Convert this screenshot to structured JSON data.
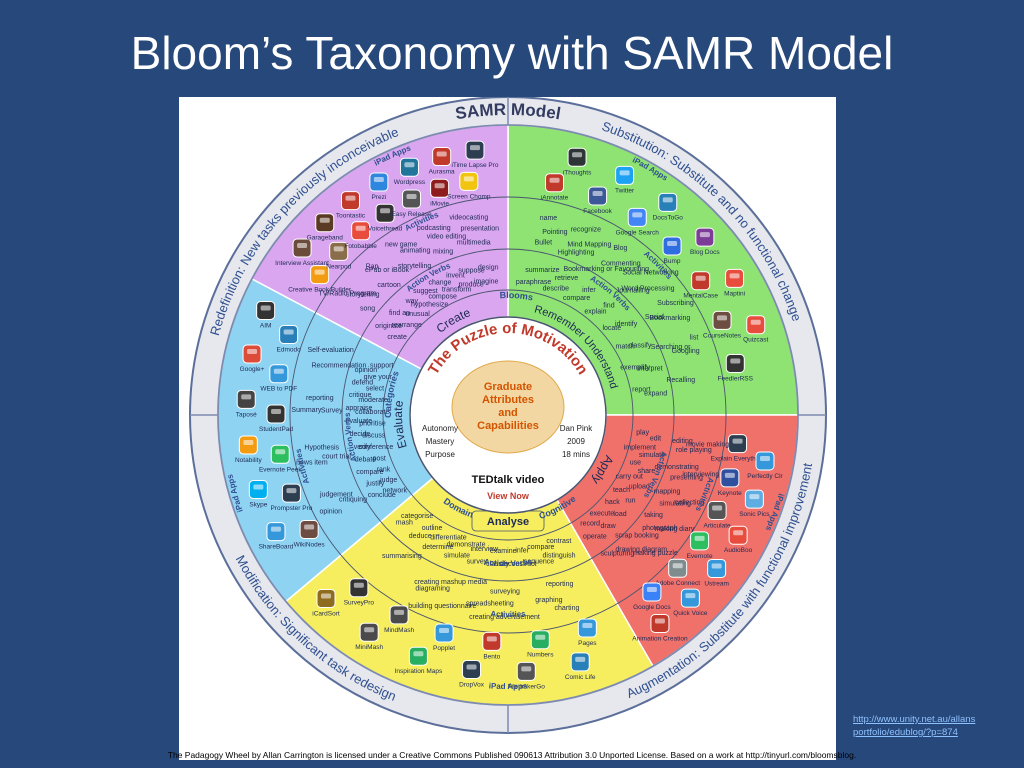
{
  "title": "Bloom’s Taxonomy with SAMR Model",
  "samr_header": "SAMR Model",
  "samr": {
    "redefinition": {
      "name": "Redefinition:",
      "desc": "New tasks previously inconceivable"
    },
    "substitution": {
      "name": "Substitution:",
      "desc": "Substitute and no functional change"
    },
    "augmentation": {
      "name": "Augmentation:",
      "desc": "Substitute with functional improvement"
    },
    "modification": {
      "name": "Modification:",
      "desc": "Significant task redesign"
    }
  },
  "colors": {
    "background": "#27487a",
    "create": "#d9a6ef",
    "remember": "#8fe372",
    "apply": "#f0706a",
    "analyse": "#f6ee5e",
    "evaluate": "#8fd3f2",
    "core": "#ffffff"
  },
  "ring_labels": {
    "ipad_apps": "iPad Apps",
    "activities": "Activities",
    "action_verbs": "Action Verbs",
    "blooms": "Blooms",
    "categories": "Categories",
    "domain": "Domain",
    "cognitive": "Cognitive"
  },
  "categories": {
    "create": "Create",
    "remember": "Remember Understand",
    "apply": "Apply",
    "analyse": "Analyse",
    "evaluate": "Evaluate"
  },
  "center": {
    "puzzle": "The Puzzle of Motivation",
    "graduate": [
      "Graduate",
      "Attributes",
      "and",
      "Capabilities"
    ],
    "left_words": [
      "Autonomy",
      "Mastery",
      "Purpose"
    ],
    "right_words": [
      "Dan Pink",
      "2009",
      "18 mins"
    ],
    "tedtalk": "TEDtalk video",
    "viewnow": "View Now"
  },
  "verbs": {
    "create": [
      "create",
      "originate",
      "rearrange",
      "find an",
      "unusual",
      "way",
      "hypothesize",
      "suggest",
      "compose",
      "change",
      "transform",
      "invent",
      "produce",
      "suppose",
      "imagine",
      "design"
    ],
    "remember": [
      "paraphrase",
      "summarize",
      "describe",
      "retrieve",
      "compare",
      "infer",
      "explain",
      "find",
      "locate",
      "identify",
      "match",
      "classify",
      "exemplify",
      "interpret",
      "report",
      "expand"
    ],
    "apply": [
      "play",
      "edit",
      "implement",
      "simulate",
      "use",
      "share",
      "carry out",
      "upload",
      "teach",
      "run",
      "hack",
      "load",
      "execute",
      "draw",
      "record",
      "operate"
    ],
    "analyse": [
      "contrast",
      "distinguish",
      "compare",
      "sequence",
      "infer",
      "deconstruct",
      "examine",
      "classify",
      "interview",
      "survey",
      "demonstrate",
      "simulate",
      "differentiate",
      "determine",
      "outline",
      "deduce",
      "categorise",
      "mash"
    ],
    "evaluate": [
      "network",
      "conclude",
      "judge",
      "justify",
      "rank",
      "compare",
      "post",
      "debate",
      "conference",
      "verify",
      "discuss",
      "decide",
      "prioritise",
      "evaluate",
      "collaborate",
      "appraise",
      "moderate",
      "critique",
      "select",
      "defend",
      "give your",
      "opinion",
      "support"
    ]
  },
  "activities": {
    "create": [
      "song",
      "storytelling",
      "TV/Radio Program",
      "cartoon",
      "ePub or iBook",
      "Rap",
      "storytelling",
      "animating",
      "new game",
      "mixing",
      "video editing",
      "podcasting",
      "multimedia",
      "presentation",
      "videocasting"
    ],
    "remember": [
      "Bullet",
      "Pointing",
      "name",
      "Highlighting",
      "Mind Mapping",
      "recognize",
      "Bookmarking or Favouriting",
      "Commenting",
      "Blog",
      "Journalling",
      "Word Processing",
      "Social Networking",
      "Social",
      "Bookmarking",
      "Subscribing",
      "Searching or",
      "Googling",
      "list",
      "Recalling"
    ],
    "apply": [
      "editing",
      "role playing",
      "movie making",
      "demonstrating",
      "presenting",
      "interviewing",
      "mapping",
      "simulating",
      "collecting",
      "taking",
      "photograph",
      "making diary",
      "scrap booking",
      "drawing diagram",
      "making puzzle",
      "sculpturing"
    ],
    "analyse": [
      "reporting",
      "graphing",
      "charting",
      "surveying",
      "spreadsheeting",
      "creating advertisement",
      "creating mashup media",
      "diagraming",
      "building questionnaire",
      "summarising"
    ],
    "evaluate": [
      "critiquing",
      "judgement",
      "opinion",
      "court trial",
      "Hypothesis",
      "news item",
      "Survey",
      "reporting",
      "Summary",
      "Recommendation",
      "Self-evaluation"
    ]
  },
  "apps": {
    "create": [
      {
        "label": "Creative Book Builder",
        "icon": "book-icon",
        "color": "#f39c12"
      },
      {
        "label": "Interview Assistant",
        "icon": "mic-icon",
        "color": "#6b4b3a"
      },
      {
        "label": "Nearpod",
        "icon": "nearpod-icon",
        "color": "#8a6d4b"
      },
      {
        "label": "Garageband",
        "icon": "guitar-icon",
        "color": "#5a3a22"
      },
      {
        "label": "Fotobabble",
        "icon": "photo-icon",
        "color": "#e74c3c"
      },
      {
        "label": "Toontastic",
        "icon": "toon-icon",
        "color": "#c0392b"
      },
      {
        "label": "Voicethread",
        "icon": "voice-icon",
        "color": "#333333"
      },
      {
        "label": "Prezi",
        "icon": "prezi-icon",
        "color": "#2e86de"
      },
      {
        "label": "Easy Release",
        "icon": "release-icon",
        "color": "#555555"
      },
      {
        "label": "Wordpress",
        "icon": "wp-icon",
        "color": "#21759b"
      },
      {
        "label": "iMovie",
        "icon": "movie-icon",
        "color": "#8e1c1c"
      },
      {
        "label": "Aurasma",
        "icon": "aurasma-icon",
        "color": "#c0392b"
      },
      {
        "label": "Screen Chomp",
        "icon": "chomp-icon",
        "color": "#f1c40f"
      },
      {
        "label": "iTime Lapse Pro",
        "icon": "timelapse-icon",
        "color": "#2c3e50"
      }
    ],
    "remember": [
      {
        "label": "iAnnotate",
        "icon": "annotate-icon",
        "color": "#c0392b"
      },
      {
        "label": "iThoughts",
        "icon": "thoughts-icon",
        "color": "#2d3436"
      },
      {
        "label": "Facebook",
        "icon": "facebook-icon",
        "color": "#3b5998"
      },
      {
        "label": "Twitter",
        "icon": "twitter-icon",
        "color": "#1da1f2"
      },
      {
        "label": "Google Search",
        "icon": "google-icon",
        "color": "#4285f4"
      },
      {
        "label": "DocsToGo",
        "icon": "docs-icon",
        "color": "#2980b9"
      },
      {
        "label": "Bump",
        "icon": "bump-icon",
        "color": "#2f6ee0"
      },
      {
        "label": "Blog Docs",
        "icon": "blogdocs-icon",
        "color": "#7d3c98"
      },
      {
        "label": "MentalCase",
        "icon": "mentalcase-icon",
        "color": "#c0392b"
      },
      {
        "label": "Maptini",
        "icon": "maptini-icon",
        "color": "#e74c3c"
      },
      {
        "label": "CourseNotes",
        "icon": "notes-icon",
        "color": "#6d4c41"
      },
      {
        "label": "Quizcast",
        "icon": "quiz-icon",
        "color": "#e74c3c"
      },
      {
        "label": "FeedlerRSS",
        "icon": "rss-icon",
        "color": "#333333"
      }
    ],
    "apply": [
      {
        "label": "Explain Everything",
        "icon": "explain-icon",
        "color": "#2c3e50"
      },
      {
        "label": "Perfectly Clr",
        "icon": "perfectly-icon",
        "color": "#3498db"
      },
      {
        "label": "Keynote",
        "icon": "keynote-icon",
        "color": "#2f4f9f"
      },
      {
        "label": "Sonic Pics",
        "icon": "sonic-icon",
        "color": "#5dade2"
      },
      {
        "label": "Articulate",
        "icon": "articulate-icon",
        "color": "#555555"
      },
      {
        "label": "AudioBoo",
        "icon": "audioboo-icon",
        "color": "#e74c3c"
      },
      {
        "label": "Evernote",
        "icon": "evernote-icon",
        "color": "#2dbe60"
      },
      {
        "label": "Ustream",
        "icon": "ustream-icon",
        "color": "#3498db"
      },
      {
        "label": "Adobe Connect",
        "icon": "connect-icon",
        "color": "#7f8c8d"
      },
      {
        "label": "Quick Voice",
        "icon": "quickvoice-icon",
        "color": "#3498db"
      },
      {
        "label": "Google Docs",
        "icon": "gdocs-icon",
        "color": "#3b82f6"
      },
      {
        "label": "Animation Creation",
        "icon": "animation-icon",
        "color": "#c0392b"
      }
    ],
    "analyse": [
      {
        "label": "Pages",
        "icon": "pages-icon",
        "color": "#3498db"
      },
      {
        "label": "Comic Life",
        "icon": "comic-icon",
        "color": "#2980b9"
      },
      {
        "label": "Numbers",
        "icon": "numbers-icon",
        "color": "#27ae60"
      },
      {
        "label": "FilemakerGo",
        "icon": "filemaker-icon",
        "color": "#555555"
      },
      {
        "label": "Bento",
        "icon": "bento-icon",
        "color": "#c0392b"
      },
      {
        "label": "DropVox",
        "icon": "dropvox-icon",
        "color": "#2c3e50"
      },
      {
        "label": "Popplet",
        "icon": "popplet-icon",
        "color": "#3498db"
      },
      {
        "label": "Inspiration Maps",
        "icon": "inspiration-icon",
        "color": "#27ae60"
      },
      {
        "label": "MindMash",
        "icon": "mindmash-icon",
        "color": "#4a4a4a"
      },
      {
        "label": "MiniMash",
        "icon": "minimash-icon",
        "color": "#4a4a4a"
      },
      {
        "label": "SurveyPro",
        "icon": "surveypro-icon",
        "color": "#333333"
      },
      {
        "label": "iCardSort",
        "icon": "cardsort-icon",
        "color": "#8e6b1f"
      }
    ],
    "evaluate": [
      {
        "label": "WikiNodes",
        "icon": "wikinodes-icon",
        "color": "#6d4c41"
      },
      {
        "label": "ShareBoard",
        "icon": "shareboard-icon",
        "color": "#3498db"
      },
      {
        "label": "Prompster Pro",
        "icon": "prompster-icon",
        "color": "#2c3e50"
      },
      {
        "label": "Skype",
        "icon": "skype-icon",
        "color": "#00aff0"
      },
      {
        "label": "Evernote Peek",
        "icon": "peek-icon",
        "color": "#2dbe60"
      },
      {
        "label": "Notability",
        "icon": "notability-icon",
        "color": "#f39c12"
      },
      {
        "label": "StudentPad",
        "icon": "studentpad-icon",
        "color": "#333333"
      },
      {
        "label": "Taposé",
        "icon": "tapose-icon",
        "color": "#444444"
      },
      {
        "label": "WEB to PDF",
        "icon": "webpdf-icon",
        "color": "#3498db"
      },
      {
        "label": "Google+",
        "icon": "gplus-icon",
        "color": "#dd4b39"
      },
      {
        "label": "Edmodo",
        "icon": "edmodo-icon",
        "color": "#2980b9"
      },
      {
        "label": "AIM",
        "icon": "aim-icon",
        "color": "#333333"
      }
    ]
  },
  "credit_url": [
    "http://www.unity.net.au/allans",
    "portfolio/edublog/?p=874"
  ],
  "license": "The Padagogy Wheel by Allan Carrington is licensed under a Creative Commons Published 090613 Attribution 3.0 Unported License. Based on a work at http://tinyurl.com/bloomsblog."
}
